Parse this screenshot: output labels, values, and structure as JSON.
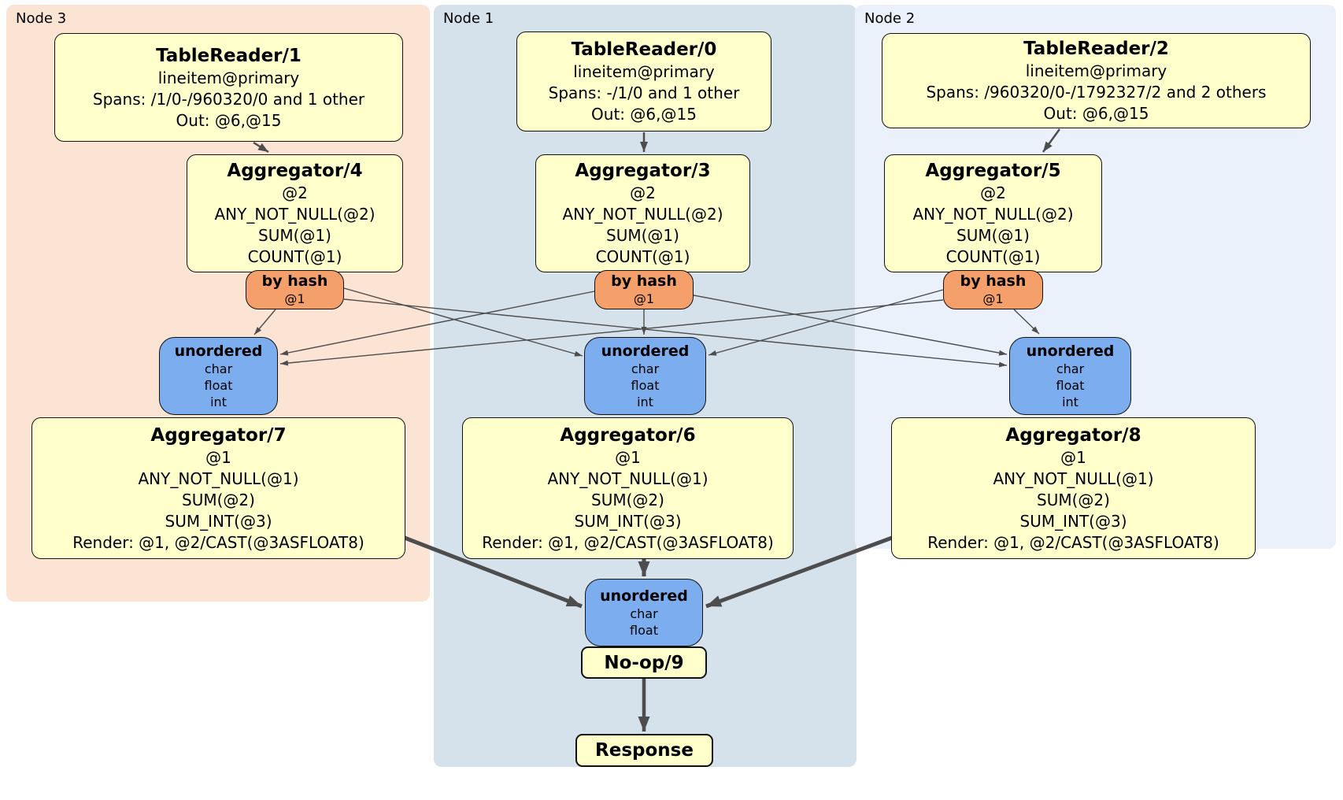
{
  "regions": {
    "node3": {
      "label": "Node 3"
    },
    "node1": {
      "label": "Node 1"
    },
    "node2": {
      "label": "Node 2"
    }
  },
  "boxes": {
    "tr1": {
      "title": "TableReader/1",
      "lines": [
        "lineitem@primary",
        "Spans: /1/0-/960320/0 and 1 other",
        "Out: @6,@15"
      ]
    },
    "tr0": {
      "title": "TableReader/0",
      "lines": [
        "lineitem@primary",
        "Spans: -/1/0 and 1 other",
        "Out: @6,@15"
      ]
    },
    "tr2": {
      "title": "TableReader/2",
      "lines": [
        "lineitem@primary",
        "Spans: /960320/0-/1792327/2 and 2 others",
        "Out: @6,@15"
      ]
    },
    "agg4": {
      "title": "Aggregator/4",
      "lines": [
        "@2",
        "ANY_NOT_NULL(@2)",
        "SUM(@1)",
        "COUNT(@1)"
      ]
    },
    "agg3": {
      "title": "Aggregator/3",
      "lines": [
        "@2",
        "ANY_NOT_NULL(@2)",
        "SUM(@1)",
        "COUNT(@1)"
      ]
    },
    "agg5": {
      "title": "Aggregator/5",
      "lines": [
        "@2",
        "ANY_NOT_NULL(@2)",
        "SUM(@1)",
        "COUNT(@1)"
      ]
    },
    "hash3": {
      "title": "by hash",
      "lines": [
        "@1"
      ]
    },
    "hash1": {
      "title": "by hash",
      "lines": [
        "@1"
      ]
    },
    "hash2": {
      "title": "by hash",
      "lines": [
        "@1"
      ]
    },
    "uno3": {
      "title": "unordered",
      "lines": [
        "char",
        "float",
        "int"
      ]
    },
    "uno1": {
      "title": "unordered",
      "lines": [
        "char",
        "float",
        "int"
      ]
    },
    "uno2": {
      "title": "unordered",
      "lines": [
        "char",
        "float",
        "int"
      ]
    },
    "agg7": {
      "title": "Aggregator/7",
      "lines": [
        "@1",
        "ANY_NOT_NULL(@1)",
        "SUM(@2)",
        "SUM_INT(@3)",
        "Render: @1, @2/CAST(@3ASFLOAT8)"
      ]
    },
    "agg6": {
      "title": "Aggregator/6",
      "lines": [
        "@1",
        "ANY_NOT_NULL(@1)",
        "SUM(@2)",
        "SUM_INT(@3)",
        "Render: @1, @2/CAST(@3ASFLOAT8)"
      ]
    },
    "agg8": {
      "title": "Aggregator/8",
      "lines": [
        "@1",
        "ANY_NOT_NULL(@1)",
        "SUM(@2)",
        "SUM_INT(@3)",
        "Render: @1, @2/CAST(@3ASFLOAT8)"
      ]
    },
    "unoF": {
      "title": "unordered",
      "lines": [
        "char",
        "float"
      ]
    },
    "noop": {
      "title": "No-op/9"
    },
    "resp": {
      "title": "Response"
    }
  },
  "colors": {
    "processor_fill": "#ffffcc",
    "router_fill": "#f5a06a",
    "sync_fill": "#7cadee",
    "node3_fill": "#fce4d5",
    "node1_fill": "#d5e2ec",
    "node2_fill": "#eaf1fb",
    "edge": "#4d4d4d",
    "border": "#111111"
  }
}
